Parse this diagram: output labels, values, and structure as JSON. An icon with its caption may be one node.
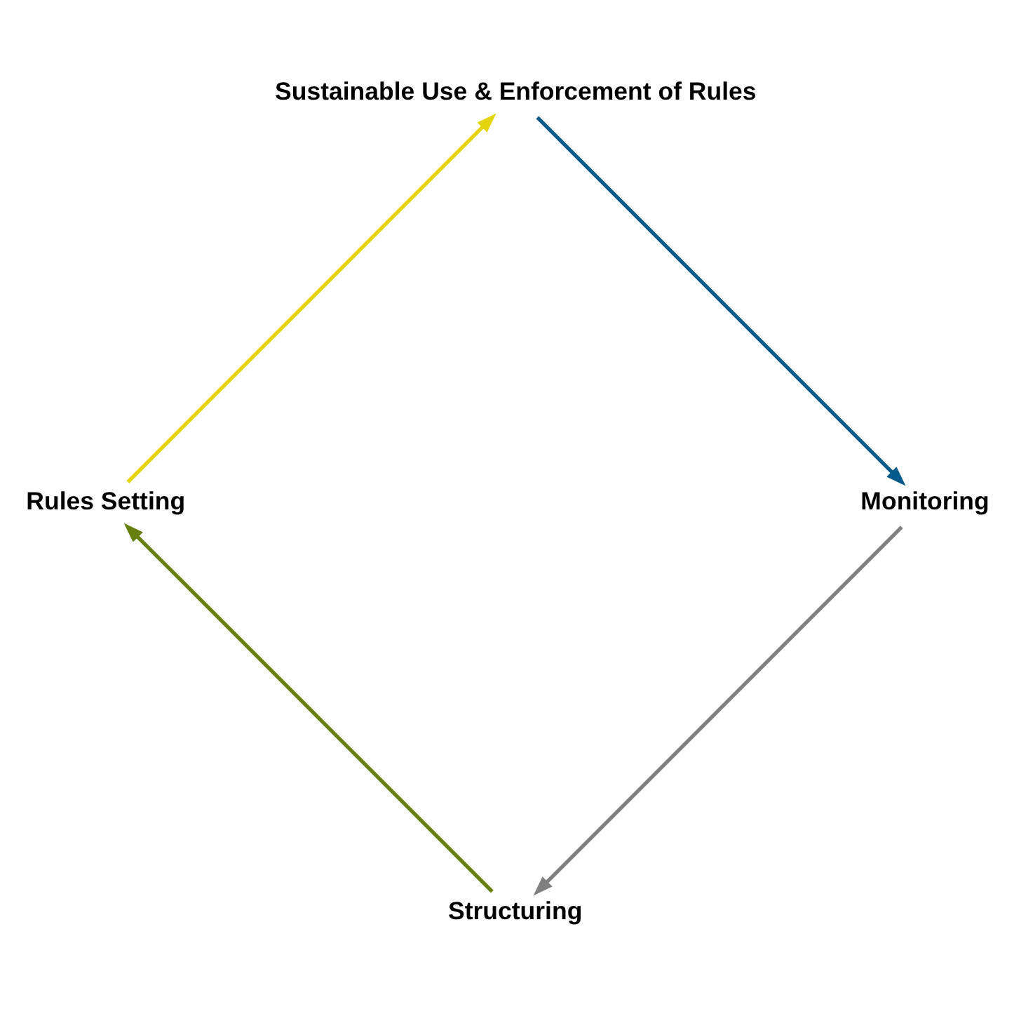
{
  "diagram": {
    "nodes": [
      {
        "text": [
          "Structuring"
        ]
      },
      {
        "text": [
          "Rules Setting"
        ]
      },
      {
        "text": [
          "Sustainable Use & Enforcement of Rules"
        ]
      },
      {
        "text": [
          "Monitoring"
        ]
      }
    ],
    "edges": [
      {
        "from": 0,
        "to": 1,
        "arrow": "to",
        "color": "#66800f"
      },
      {
        "from": 1,
        "to": 2,
        "arrow": "to",
        "color": "#e5d40c"
      },
      {
        "from": 2,
        "to": 3,
        "arrow": "to",
        "color": "#045a8a"
      },
      {
        "from": 3,
        "to": 0,
        "arrow": "to",
        "color": "#808080"
      }
    ]
  }
}
